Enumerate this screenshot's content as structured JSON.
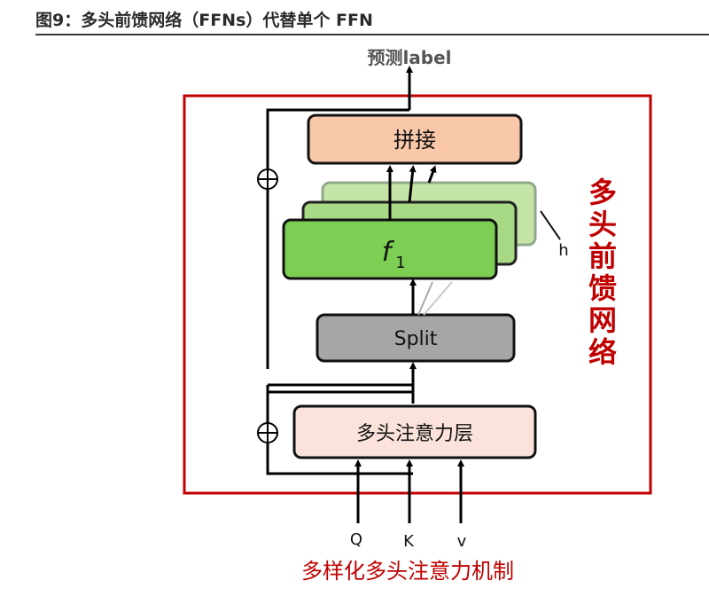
{
  "figure": {
    "title": "图9：多头前馈网络（FFNs）代替单个 FFN"
  },
  "diagram": {
    "output_label": "预测label",
    "concat_label": "拼接",
    "ffn_label_f": "f",
    "ffn_label_sub": "1",
    "head_count_label": "h",
    "split_label": "Split",
    "attention_label": "多头注意力层",
    "add_symbol_top": "⊕",
    "add_symbol_bottom": "⊕",
    "side_label": "多头前馈网络",
    "inputs": [
      "Q",
      "K",
      "v"
    ],
    "caption": "多样化多头注意力机制"
  },
  "colors": {
    "frame_red": "#c00000",
    "concat_fill": "#f9c8a8",
    "ffn_fill": "#7ccf52",
    "ffn_fill_back": "#a8da86",
    "ffn_fill_back2": "#c4e4a8",
    "split_fill": "#a6a6a6",
    "attention_fill": "#fbe3dc",
    "caption_red": "#c00000"
  }
}
